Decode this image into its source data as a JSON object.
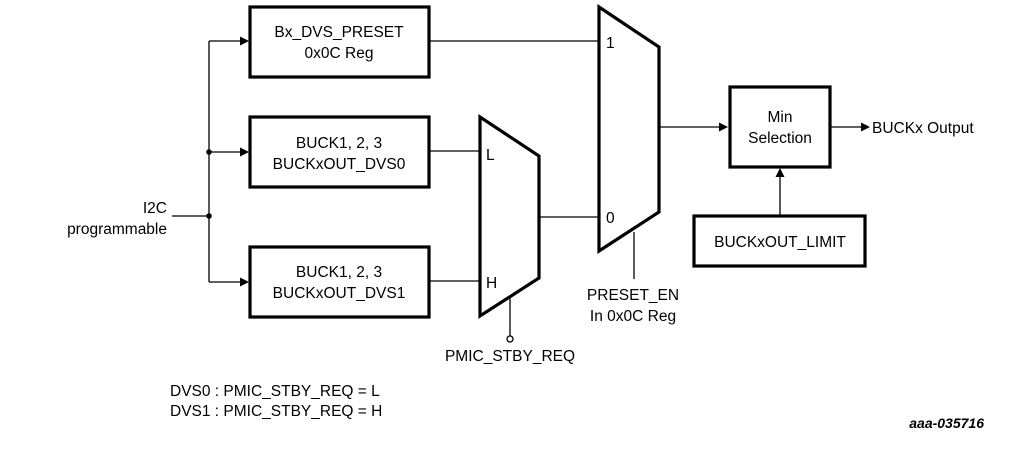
{
  "diagram": {
    "input": {
      "line1": "I2C",
      "line2": "programmable"
    },
    "blocks": {
      "preset": {
        "line1": "Bx_DVS_PRESET",
        "line2": "0x0C Reg"
      },
      "dvs0": {
        "line1": "BUCK1, 2, 3",
        "line2": "BUCKxOUT_DVS0"
      },
      "dvs1": {
        "line1": "BUCK1, 2, 3",
        "line2": "BUCKxOUT_DVS1"
      },
      "min_sel": {
        "line1": "Min",
        "line2": "Selection"
      },
      "limit": {
        "line1": "BUCKxOUT_LIMIT"
      }
    },
    "mux_dvs": {
      "input_l": "L",
      "input_h": "H",
      "select_label": "PMIC_STBY_REQ"
    },
    "mux_preset": {
      "input_1": "1",
      "input_0": "0",
      "select_line1": "PRESET_EN",
      "select_line2": "In 0x0C Reg"
    },
    "output": {
      "label": "BUCKx Output"
    },
    "legend": {
      "line1": "DVS0 : PMIC_STBY_REQ = L",
      "line2": "DVS1 : PMIC_STBY_REQ = H"
    },
    "figure_id": "aaa-035716"
  }
}
